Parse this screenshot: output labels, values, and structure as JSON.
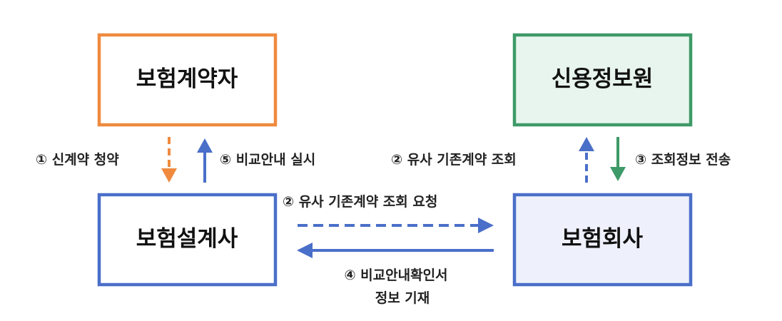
{
  "colors": {
    "orange": "#ef8a3f",
    "blue": "#4a6fc9",
    "green": "#3e9a68",
    "green_fill": "#e8f5ee",
    "blue_fill": "#eef1fb",
    "white": "#ffffff"
  },
  "nodes": {
    "contractor": "보험계약자",
    "credit": "신용정보원",
    "planner": "보험설계사",
    "insurer": "보험회사"
  },
  "edges": {
    "step1": "① 신계약 청약",
    "step5": "⑤ 비교안내 실시",
    "step2_query": "② 유사 기존계약 조회",
    "step3": "③ 조회정보 전송",
    "step2_request": "② 유사 기존계약 조회 요청",
    "step4_line1": "④ 비교안내확인서",
    "step4_line2": "정보 기재"
  }
}
